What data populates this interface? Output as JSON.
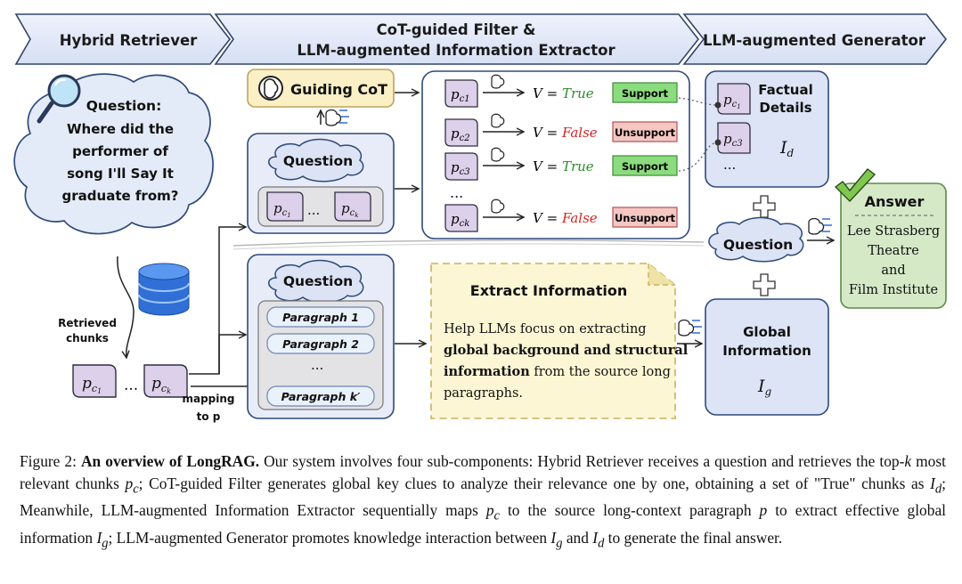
{
  "stages": {
    "hybrid_retriever": "Hybrid Retriever",
    "filter_extractor_line1": "CoT-guided Filter &",
    "filter_extractor_line2": "LLM-augmented Information Extractor",
    "generator": "LLM-augmented Generator"
  },
  "retriever": {
    "question_title": "Question:",
    "question_lines": [
      "Where did the",
      "performer of",
      "song I'll Say It",
      "graduate from?"
    ],
    "retrieved_label_line1": "Retrieved",
    "retrieved_label_line2": "chunks",
    "chunk_main": "p",
    "chunk_sub_1": "c",
    "chunk_subsub_1": "1",
    "chunk_sub_k": "c",
    "chunk_subsub_k": "k",
    "ellipsis": "...",
    "mapping_line1": "mapping",
    "mapping_line2": "to p"
  },
  "filter": {
    "guiding_cot": "Guiding CoT",
    "question_label": "Question",
    "ellipsis": "...",
    "rows": [
      {
        "chunk": "c1",
        "v_label": "V =",
        "value": "True",
        "verdict": "Support"
      },
      {
        "chunk": "c2",
        "v_label": "V =",
        "value": "False",
        "verdict": "Unsupport"
      },
      {
        "chunk": "c3",
        "v_label": "V =",
        "value": "True",
        "verdict": "Support"
      },
      {
        "chunk": "ck",
        "v_label": "V =",
        "value": "False",
        "verdict": "Unsupport"
      }
    ],
    "rows_ellipsis": "..."
  },
  "extractor": {
    "question_label": "Question",
    "paragraphs": [
      "Paragraph 1",
      "Paragraph 2",
      "Paragraph k′"
    ],
    "paragraphs_ellipsis": "...",
    "note_title": "Extract Information",
    "note_line1": "Help LLMs focus on extracting",
    "note_line2_bold": "global background and structural",
    "note_line3_bold": "information",
    "note_line3_rest": " from the source long",
    "note_line4": "paragraphs."
  },
  "generator": {
    "factual_line1": "Factual",
    "factual_line2": "Details",
    "factual_symbol": "I",
    "factual_sub": "d",
    "factual_ellipsis": "...",
    "question_label": "Question",
    "global_line1": "Global",
    "global_line2": "Information",
    "global_symbol": "I",
    "global_sub": "g",
    "answer_title": "Answer",
    "answer_lines": [
      "Lee Strasberg",
      "Theatre",
      "and",
      "Film Institute"
    ]
  },
  "caption": {
    "fig_label": "Figure 2:",
    "bold_title": "An overview of LongRAG.",
    "seg1": " Our system involves four sub-components: Hybrid Retriever receives a question and retrieves the top-",
    "k": "k",
    "seg2": " most relevant chunks ",
    "pc_p": "p",
    "pc_c": "c",
    "seg3": "; CoT-guided Filter generates global key clues to analyze their relevance one by one, obtaining a set of \"True\" chunks as ",
    "id_i": "I",
    "id_d": "d",
    "seg4": "; Meanwhile, LLM-augmented Information Extractor sequentially maps ",
    "pc2_p": "p",
    "pc2_c": "c",
    "seg5": " to the source long-context paragraph ",
    "p": "p",
    "seg6": " to extract effective global information ",
    "ig_i": "I",
    "ig_g": "g",
    "seg7": "; LLM-augmented Generator promotes knowledge interaction between ",
    "ig2_i": "I",
    "ig2_g": "g",
    "seg8": " and ",
    "id2_i": "I",
    "id2_d": "d",
    "seg9": " to generate the final answer."
  },
  "colors": {
    "stage_fill": "#dde4f6",
    "panel_fill": "#e7ecf8",
    "panel_stroke": "#2f4a7a",
    "chunk_fill": "#ddd0ea",
    "support_fill": "#8bdc7e",
    "unsupport_fill": "#f4c7c3",
    "true_green": "#2e8b2e",
    "false_red": "#d42424",
    "cot_fill": "#fbefc6",
    "note_fill": "#fdf6d4",
    "answer_fill": "#d5e9c7"
  }
}
